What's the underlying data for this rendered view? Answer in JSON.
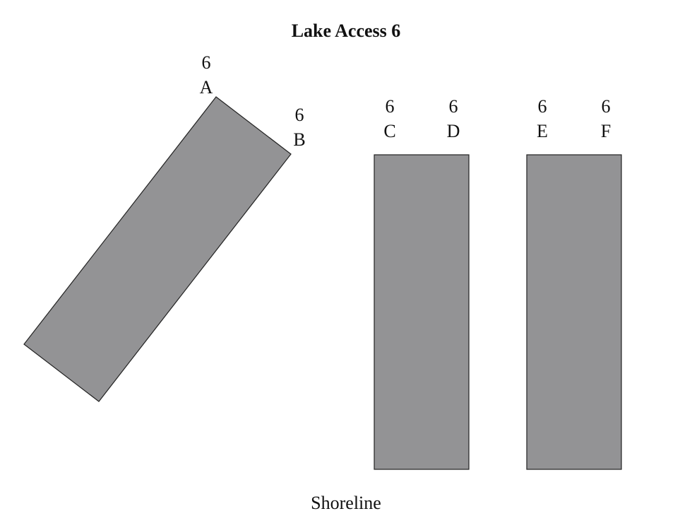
{
  "title": "Lake Access 6",
  "shoreline_label": "Shoreline",
  "dock_color": "#939395",
  "docks": [
    {
      "name": "dock-ab",
      "slips": [
        {
          "number": "6",
          "letter": "A"
        },
        {
          "number": "6",
          "letter": "B"
        }
      ]
    },
    {
      "name": "dock-cd",
      "slips": [
        {
          "number": "6",
          "letter": "C"
        },
        {
          "number": "6",
          "letter": "D"
        }
      ]
    },
    {
      "name": "dock-ef",
      "slips": [
        {
          "number": "6",
          "letter": "E"
        },
        {
          "number": "6",
          "letter": "F"
        }
      ]
    }
  ]
}
